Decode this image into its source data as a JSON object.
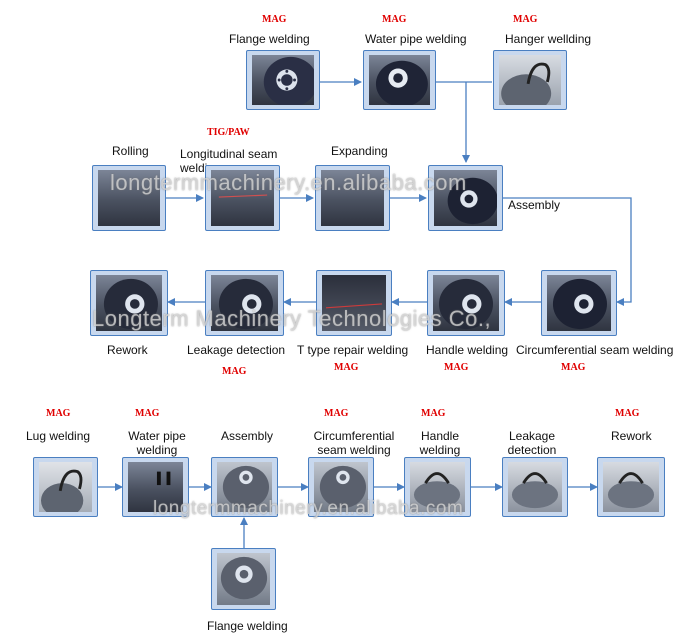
{
  "colors": {
    "accent": "#4a7fc1",
    "process_tag": "#e00000",
    "box_fill": "#c8d8ee"
  },
  "flow1": {
    "row1": [
      {
        "label": "Flange welding",
        "process": "MAG"
      },
      {
        "label": "Water pipe welding",
        "process": "MAG"
      },
      {
        "label": "Hanger wellding",
        "process": "MAG"
      }
    ],
    "row2": [
      {
        "label": "Rolling"
      },
      {
        "label": "Longitudinal seam welding",
        "process": "TIG/PAW"
      },
      {
        "label": "Expanding"
      },
      {
        "label": "Assembly"
      }
    ],
    "row3": [
      {
        "label": "Rework"
      },
      {
        "label": "Leakage detection",
        "process": "MAG"
      },
      {
        "label": "T type repair welding",
        "process": "MAG"
      },
      {
        "label": "Handle welding",
        "process": "MAG"
      },
      {
        "label": "Circumferential seam welding",
        "process": "MAG"
      }
    ]
  },
  "flow2": {
    "steps": [
      {
        "label": "Lug welding",
        "process": "MAG"
      },
      {
        "label": "Water pipe welding",
        "process": "MAG"
      },
      {
        "label": "Assembly"
      },
      {
        "label": "Circumferential seam welding",
        "process": "MAG"
      },
      {
        "label": "Handle welding",
        "process": "MAG"
      },
      {
        "label": "Leakage detection"
      },
      {
        "label": "Rework",
        "process": "MAG"
      }
    ],
    "feeder": {
      "label": "Flange welding"
    }
  },
  "watermarks": {
    "top": "longtermmachinery.en.alibaba.com",
    "middle": "Longterm Machinery Technologies Co.,",
    "bottom": "longtermmachinery.en.alibaba.com"
  }
}
